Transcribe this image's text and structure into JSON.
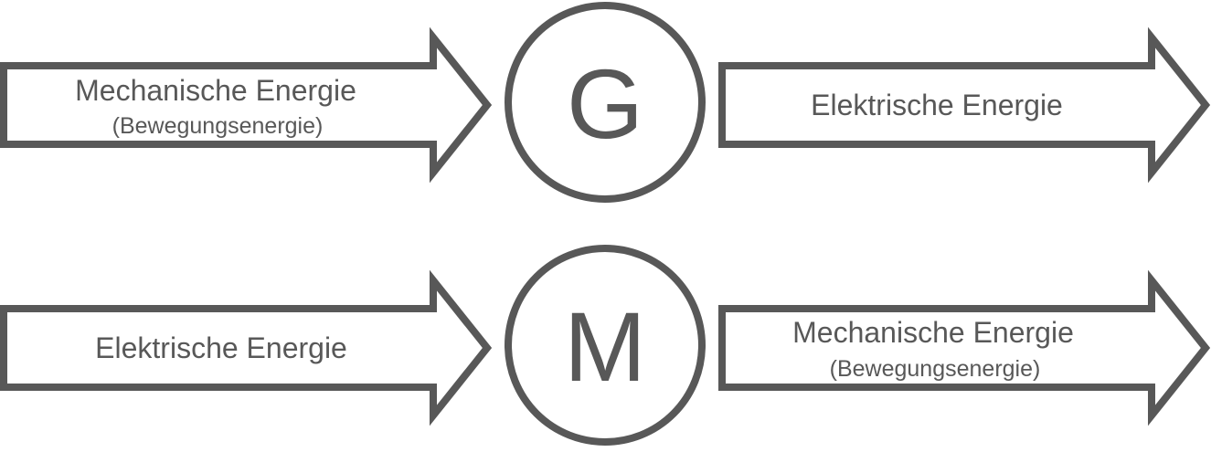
{
  "generator": {
    "symbol": "G",
    "input": {
      "label": "Mechanische Energie",
      "sublabel": "(Bewegungsenergie)"
    },
    "output": {
      "label": "Elektrische Energie"
    }
  },
  "motor": {
    "symbol": "M",
    "input": {
      "label": "Elektrische Energie"
    },
    "output": {
      "label": "Mechanische Energie",
      "sublabel": "(Bewegungsenergie)"
    }
  },
  "colors": {
    "stroke": "#585858",
    "text": "#585858",
    "fill": "#ffffff"
  }
}
